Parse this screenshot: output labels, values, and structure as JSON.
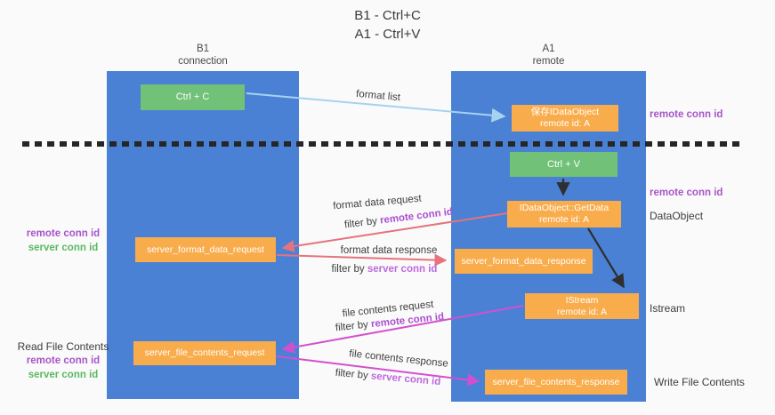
{
  "title": {
    "line1": "B1 - Ctrl+C",
    "line2": "A1 - Ctrl+V"
  },
  "lanes": {
    "left": {
      "name": "B1",
      "role": "connection"
    },
    "right": {
      "name": "A1",
      "role": "remote"
    }
  },
  "nodes": {
    "ctrl_c": {
      "label": "Ctrl + C"
    },
    "ctrl_v": {
      "label": "Ctrl + V"
    },
    "save_idataobject": {
      "line1": "保存IDataObject",
      "line2": "remote id: A"
    },
    "idataobject_getdata": {
      "line1": "IDataObject::GetData",
      "line2": "remote id: A"
    },
    "istream": {
      "line1": "IStream",
      "line2": "remote id: A"
    },
    "server_format_data_request": {
      "label": "server_format_data_request"
    },
    "server_format_data_response": {
      "label": "server_format_data_response"
    },
    "server_file_contents_request": {
      "label": "server_file_contents_request"
    },
    "server_file_contents_response": {
      "label": "server_file_contents_response"
    }
  },
  "annotations": {
    "right": {
      "remote_conn_id_top": "remote conn id",
      "remote_conn_id_mid": "remote conn id",
      "dataobject": "DataObject",
      "istream": "Istream",
      "write_file_contents": "Write File Contents"
    },
    "left": {
      "remote_conn_id_1": "remote conn id",
      "server_conn_id_1": "server conn id",
      "read_file_contents": "Read File Contents",
      "remote_conn_id_2": "remote conn id",
      "server_conn_id_2": "server conn id"
    }
  },
  "flows": {
    "format_list": "format list",
    "format_data_request": "format data request",
    "format_data_response": "format data response",
    "file_contents_request": "file contents request",
    "file_contents_response": "file contents response",
    "filter_by": "filter by",
    "remote_conn_id": "remote conn id",
    "server_conn_id": "server conn id"
  },
  "colors": {
    "lane_blue": "#4a81d5",
    "node_green": "#71c178",
    "node_orange": "#f8ac4b",
    "arrow_blue": "#a5d2ef",
    "arrow_salmon": "#e5737c",
    "arrow_magenta": "#d250d0",
    "arrow_black": "#2f2f2f",
    "label_purple": "#a855c8",
    "label_green": "#5bb962",
    "label_light_purple": "#bd6add"
  }
}
